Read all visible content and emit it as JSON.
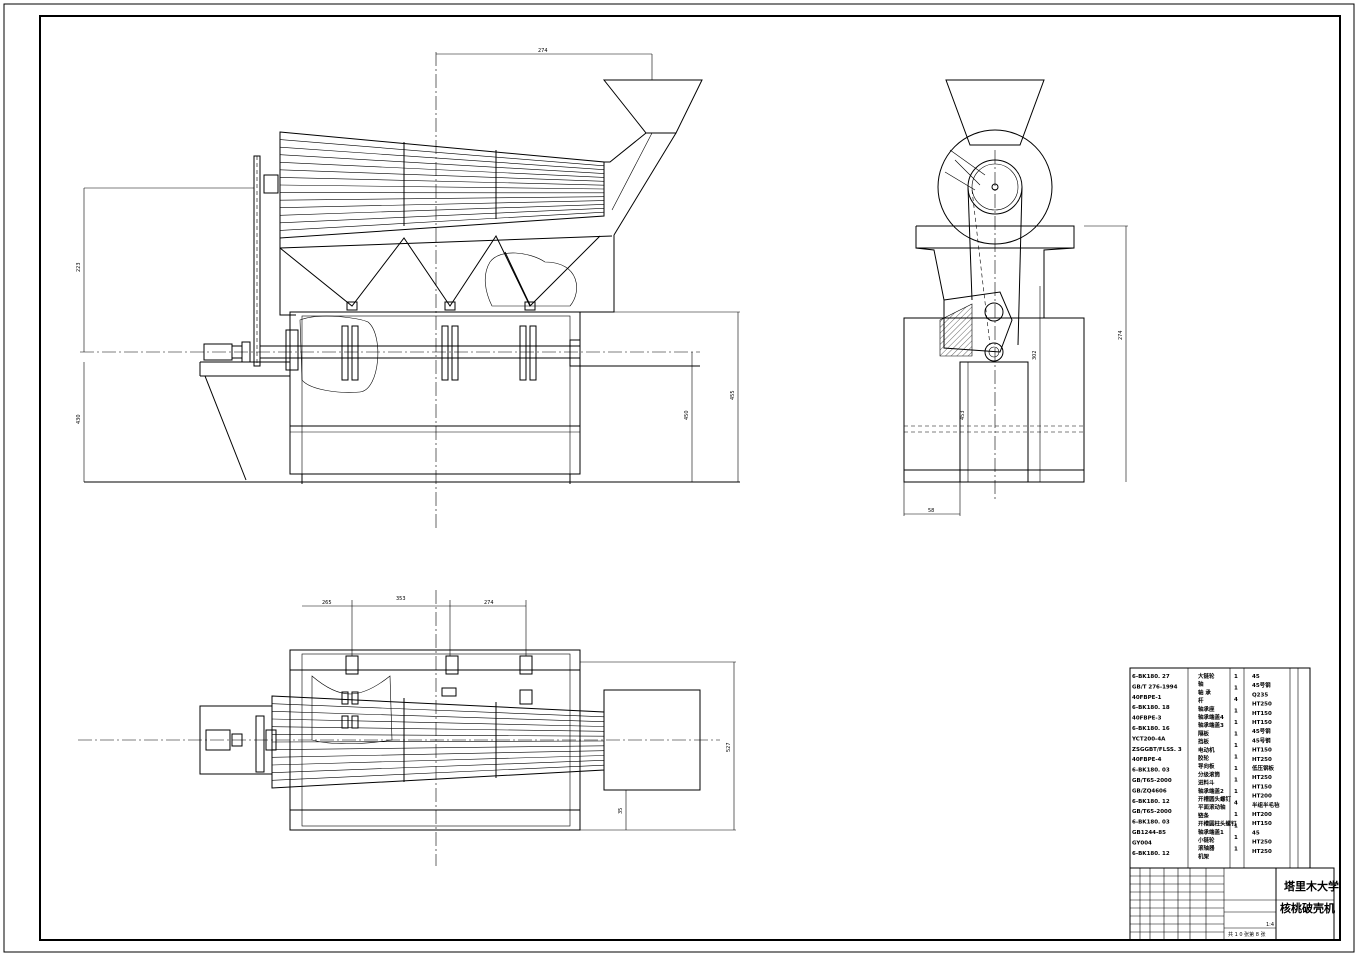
{
  "title_block": {
    "company": "塔里木大学",
    "product": "核桃破壳机",
    "scale": "1:4",
    "sheet_count": "共 1 0 张第 8 张"
  },
  "dimensions": {
    "front": [
      "274",
      "223",
      "450",
      "455",
      "430"
    ],
    "side": [
      "302",
      "274",
      "453",
      "58"
    ],
    "top": [
      "265",
      "353",
      "274",
      "527",
      "35"
    ]
  },
  "bom": {
    "codes": [
      "6-BK180. 27",
      "GB/T 276-1994",
      "40FBPE-1",
      "6-BK180. 18",
      "40FBPE-3",
      "6-BK180. 16",
      "YCT200-4A",
      "ZSGGBT/FLSS. 3",
      "40FBPE-4",
      "6-BK180. 03",
      "GB/T65-2000",
      "GB/ZQ4606",
      "6-BK180. 12",
      "GB/T65-2000",
      "6-BK180. 03",
      "GB1244-85",
      "GY004",
      "6-BK180. 12"
    ],
    "names": [
      "大链轮",
      "轴",
      "轴 承",
      "杆",
      "轴承座",
      "轴承端盖4",
      "轴承端盖3",
      "隔板",
      "挡板",
      "电动机",
      "胶轮",
      "导向板",
      "分级滚筒",
      "进料斗",
      "轴承端盖2",
      "开槽圆头螺钉",
      "平面滚动轴",
      "链条",
      "开槽圆柱头螺钉",
      "轴承端盖1",
      "小链轮",
      "滚轴器",
      "机架"
    ],
    "qty": [
      "1",
      "1",
      "4",
      "1",
      "1",
      "1",
      "1",
      "1",
      "1",
      "1",
      "1",
      "4",
      "1",
      "1",
      "1",
      "1"
    ],
    "materials": [
      "45",
      "45号钢",
      "Q235",
      "HT250",
      "HT150",
      "HT150",
      "45号钢",
      "45号钢",
      "HT150",
      "HT250",
      "低压钢板",
      "HT250",
      "HT150",
      "HT200",
      "半组半毛毡",
      "HT200",
      "HT150",
      "45",
      "HT250",
      "HT250"
    ]
  }
}
